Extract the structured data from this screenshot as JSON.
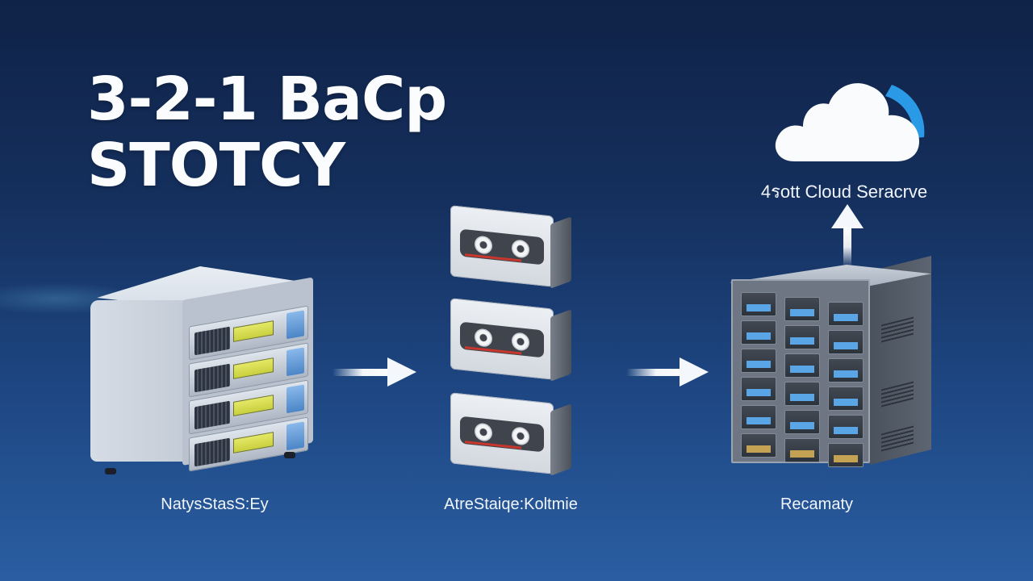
{
  "title": {
    "line1": "3-2-1 BaCp",
    "line2": "STOTCY"
  },
  "cloud": {
    "icon": "cloud-icon",
    "label": "4รott Cloud Seracrve",
    "accent_color": "#2a9ae6"
  },
  "stages": [
    {
      "icon": "nas-server-icon",
      "label": "NatysStasS:Ey"
    },
    {
      "icon": "tape-cartridge-icon",
      "label": "AtreStaiqe:Koltmie",
      "count": 3
    },
    {
      "icon": "tape-library-icon",
      "label": "Recamaty"
    }
  ],
  "arrows": [
    {
      "from": "nas",
      "to": "tapes",
      "direction": "right"
    },
    {
      "from": "tapes",
      "to": "library",
      "direction": "right"
    },
    {
      "from": "library",
      "to": "cloud",
      "direction": "up"
    }
  ],
  "colors": {
    "background_top": "#0f2247",
    "background_bottom": "#2a5ea2",
    "text": "#ffffff",
    "lcd": "#d4da4a",
    "tape_stripe": "#c9372c"
  }
}
